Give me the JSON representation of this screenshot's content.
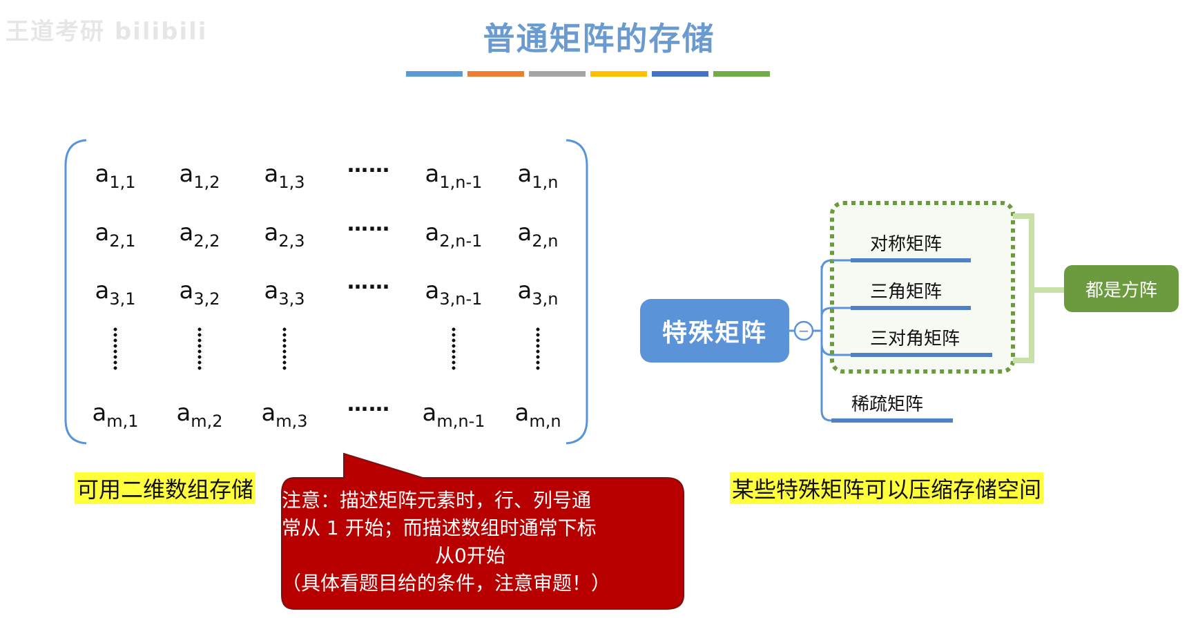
{
  "watermark": "王道考研 bilibili",
  "title": "普通矩阵的存储",
  "title_bar_colors": [
    "#5b9bd5",
    "#ed7d31",
    "#a5a5a5",
    "#ffc000",
    "#4472c4",
    "#70ad47"
  ],
  "matrix": {
    "rows": [
      {
        "kind": "row",
        "cells": [
          {
            "base": "a",
            "sub": "1,1"
          },
          {
            "base": "a",
            "sub": "1,2"
          },
          {
            "base": "a",
            "sub": "1,3"
          },
          {
            "dots": "……"
          },
          {
            "base": "a",
            "sub": "1,n-1"
          },
          {
            "base": "a",
            "sub": "1,n"
          }
        ]
      },
      {
        "kind": "row",
        "cells": [
          {
            "base": "a",
            "sub": "2,1"
          },
          {
            "base": "a",
            "sub": "2,2"
          },
          {
            "base": "a",
            "sub": "2,3"
          },
          {
            "dots": "……"
          },
          {
            "base": "a",
            "sub": "2,n-1"
          },
          {
            "base": "a",
            "sub": "2,n"
          }
        ]
      },
      {
        "kind": "row",
        "cells": [
          {
            "base": "a",
            "sub": "3,1"
          },
          {
            "base": "a",
            "sub": "3,2"
          },
          {
            "base": "a",
            "sub": "3,3"
          },
          {
            "dots": "……"
          },
          {
            "base": "a",
            "sub": "3,n-1"
          },
          {
            "base": "a",
            "sub": "3,n"
          }
        ]
      },
      {
        "kind": "vdots",
        "cols": [
          true,
          true,
          true,
          false,
          true,
          true
        ]
      },
      {
        "kind": "row",
        "cells": [
          {
            "base": "a",
            "sub": "m,1"
          },
          {
            "base": "a",
            "sub": "m,2"
          },
          {
            "base": "a",
            "sub": "m,3"
          },
          {
            "dots": "……"
          },
          {
            "base": "a",
            "sub": "m,n-1"
          },
          {
            "base": "a",
            "sub": "m,n"
          }
        ]
      }
    ]
  },
  "caption_left": "可用二维数组存储",
  "caption_right": "某些特殊矩阵可以压缩存储空间",
  "callout": {
    "lines": [
      "注意：描述矩阵元素时，行、列号通",
      "常从 1 开始；而描述数组时通常下标",
      "从0开始",
      "（具体看题目给的条件，注意审题！）"
    ],
    "fill": "#b80000"
  },
  "mindmap": {
    "root": "特殊矩阵",
    "collapse_symbol": "−",
    "branches": [
      "对称矩阵",
      "三角矩阵",
      "三对角矩阵",
      "稀疏矩阵"
    ],
    "summary_tag": "都是方阵",
    "line_color": "#5b93d8",
    "dotted_box_color": "#6c9a3e",
    "bracket_color": "#c6e0a8"
  }
}
